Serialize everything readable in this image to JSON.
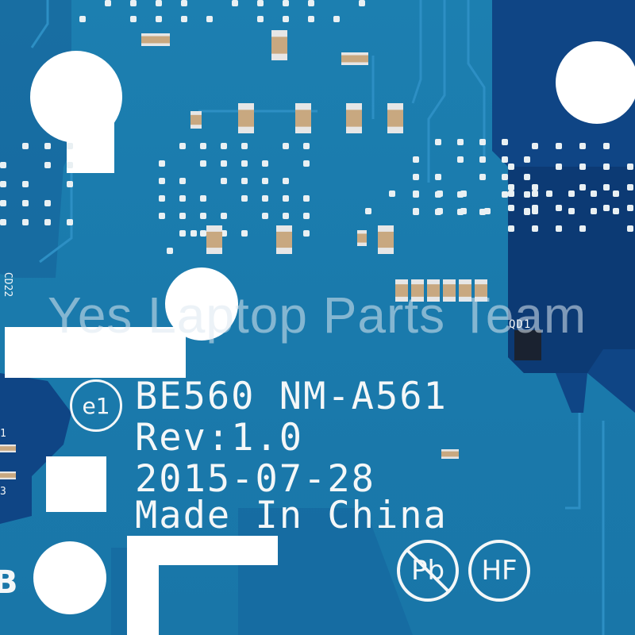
{
  "board": {
    "model_line": "BE560  NM-A561",
    "rev_line": "Rev:1.0",
    "date_line": "2015-07-28",
    "origin_line": "Made In China",
    "revision_badge": "e1",
    "pb_mark": "Pb",
    "hf_mark": "HF",
    "component_label": "QD1",
    "side_label_top": "1",
    "side_label_bottom": "3",
    "side_label_cd": "CD22",
    "side_letter": "B"
  },
  "watermark": {
    "text": "Yes Laptop Parts Team"
  },
  "colors": {
    "pcb_blue": "#1a7aac",
    "pcb_dark_blue": "#0e3f7a",
    "silkscreen": "#f4f7f8"
  }
}
